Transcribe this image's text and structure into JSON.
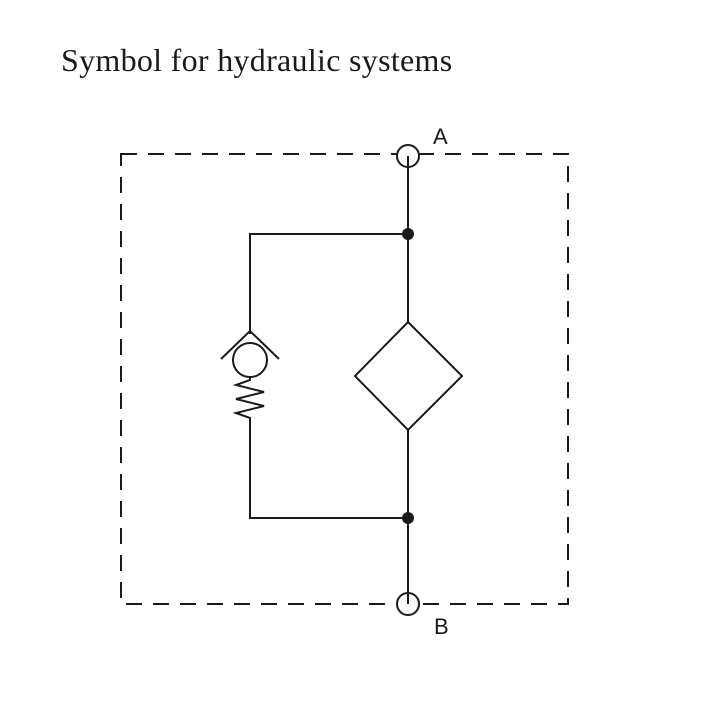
{
  "title": "Symbol for hydraulic systems",
  "ports": {
    "a_label": "A",
    "b_label": "B"
  },
  "icons": {
    "check_valve": "spring-loaded-check-valve-icon",
    "filter": "filter-diamond-icon"
  },
  "colors": {
    "line": "#1a1a1a",
    "background": "#ffffff"
  }
}
